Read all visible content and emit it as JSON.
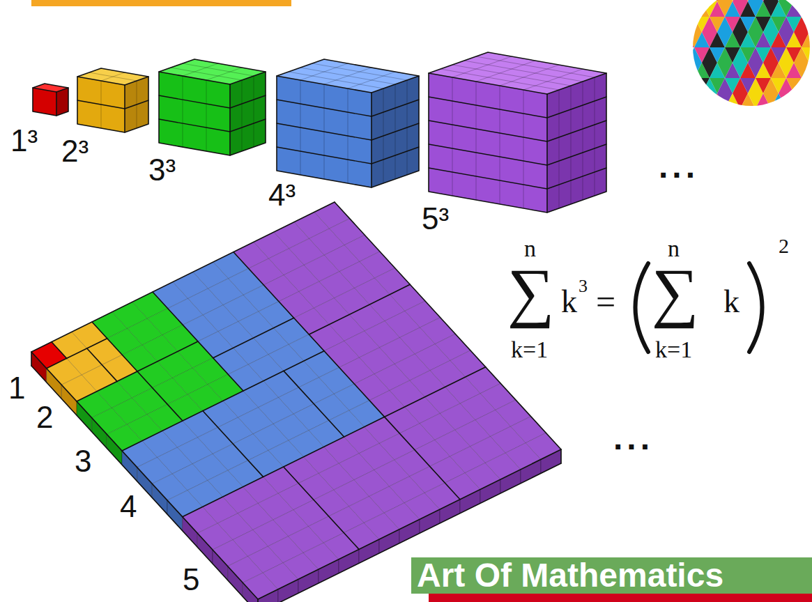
{
  "diagram": {
    "nodes": [
      {
        "text": [
          "Art Of Mathematics"
        ]
      }
    ],
    "labels": [
      "1³",
      "2³",
      "3³",
      "4³",
      "5³",
      "...",
      "∑",
      "n",
      "k=1",
      "k",
      "3",
      "=",
      "∑",
      "n",
      "k=1",
      "k",
      "2",
      "1",
      "2",
      "3",
      "4",
      "5",
      "..."
    ]
  }
}
